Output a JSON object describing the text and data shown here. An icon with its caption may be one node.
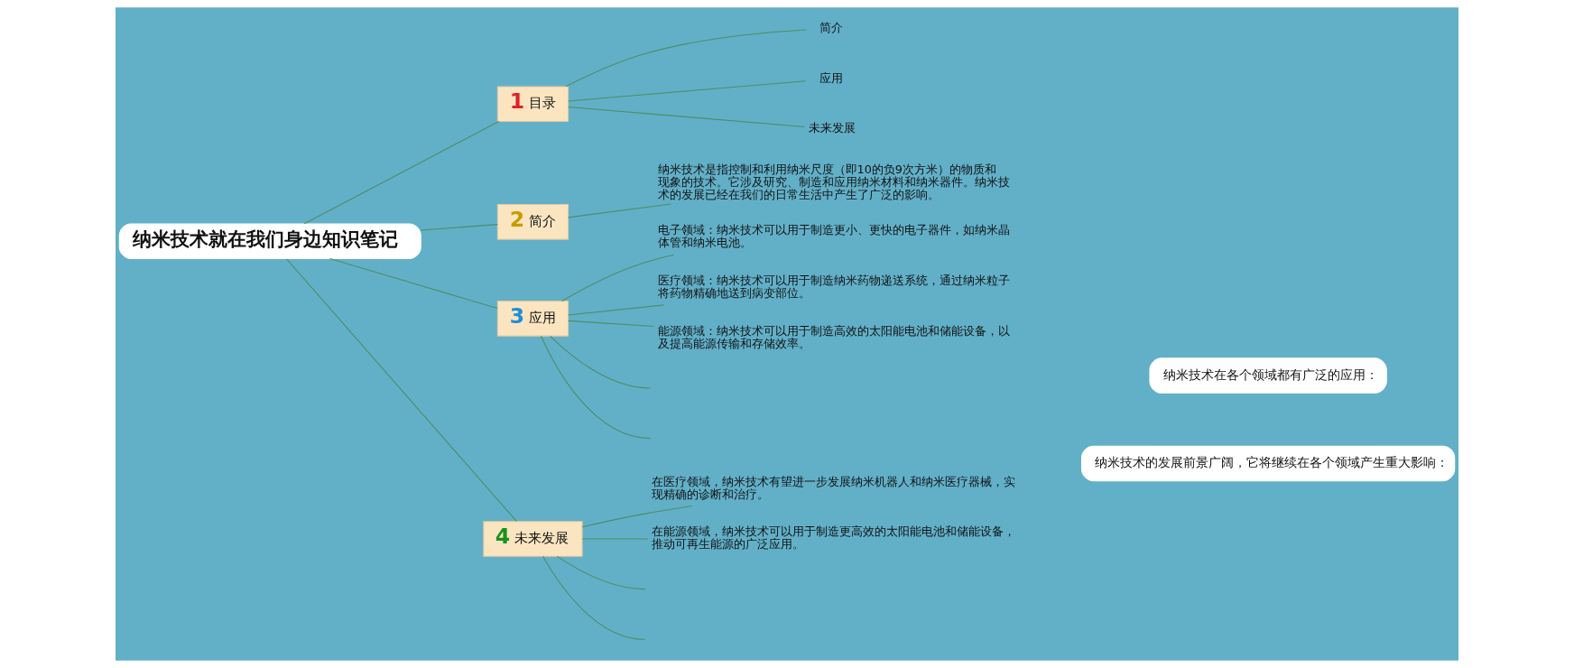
{
  "diagram": {
    "nodes": [
      {
        "text": [
          "纳米技术就在我们身边知识笔记"
        ]
      },
      {
        "text": [
          "1 目录"
        ]
      },
      {
        "text": [
          "简介"
        ]
      },
      {
        "text": [
          "应用"
        ]
      },
      {
        "text": [
          "未来发展"
        ]
      },
      {
        "text": [
          "2 简介"
        ]
      },
      {
        "text": [
          "纳米技术是指控制和利用纳米尺度（即10的负9次方米）的物质和现象的技术。它涉及研究、制造和应用纳米材料和纳米器件。纳米技术的发展已经在我们的日常生活中产生了广泛的影响。"
        ]
      },
      {
        "text": [
          "3 应用"
        ]
      },
      {
        "text": [
          "电子领域：纳米技术可以用于制造更小、更快的电子器件，如纳米晶体管和纳米电池。"
        ]
      },
      {
        "text": [
          "医疗领域：纳米技术可以用于制造纳米药物递送系统，通过纳米粒子将药物精确地送到病变部位。"
        ]
      },
      {
        "text": [
          "能源领域：纳米技术可以用于制造高效的太阳能电池和储能设备，以及提高能源传输和存储效率。"
        ]
      },
      {
        "text": [
          "纳米技术在各个领域都有广泛的应用："
        ]
      },
      {
        "text": [
          "4 未来发展"
        ]
      },
      {
        "text": [
          "在医疗领域，纳米技术有望进一步发展纳米机器人和纳米医疗器械，实现精确的诊断和治疗。"
        ]
      },
      {
        "text": [
          "在能源领域，纳米技术可以用于制造更高效的太阳能电池和储能设备，推动可再生能源的广泛应用。"
        ]
      },
      {
        "text": [
          "纳米技术的发展前景广阔，它将继续在各个领域产生重大影响："
        ]
      }
    ],
    "edges": [
      {
        "from": 0,
        "to": 1,
        "arrow": "none"
      },
      {
        "from": 0,
        "to": 5,
        "arrow": "none"
      },
      {
        "from": 0,
        "to": 7,
        "arrow": "none"
      },
      {
        "from": 0,
        "to": 12,
        "arrow": "none"
      },
      {
        "from": 1,
        "to": 2,
        "arrow": "none"
      },
      {
        "from": 1,
        "to": 3,
        "arrow": "none"
      },
      {
        "from": 1,
        "to": 4,
        "arrow": "none"
      },
      {
        "from": 5,
        "to": 6,
        "arrow": "none"
      },
      {
        "from": 7,
        "to": 8,
        "arrow": "none"
      },
      {
        "from": 7,
        "to": 9,
        "arrow": "none"
      },
      {
        "from": 7,
        "to": 10,
        "arrow": "none"
      },
      {
        "from": 7,
        "to": null,
        "arrow": "none"
      },
      {
        "from": 7,
        "to": null,
        "arrow": "none"
      },
      {
        "from": 12,
        "to": 13,
        "arrow": "none"
      },
      {
        "from": 12,
        "to": 14,
        "arrow": "none"
      },
      {
        "from": 12,
        "to": null,
        "arrow": "none"
      },
      {
        "from": 12,
        "to": null,
        "arrow": "none"
      }
    ]
  }
}
